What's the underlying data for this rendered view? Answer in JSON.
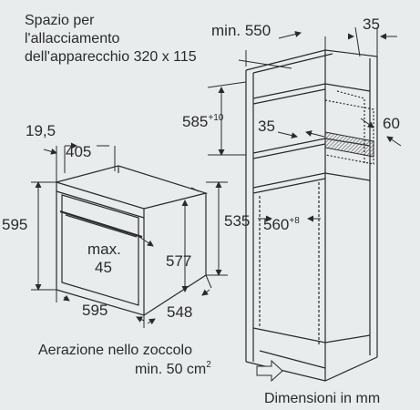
{
  "labels": {
    "connection_line1": "Spazio per",
    "connection_line2": "l'allacciamento",
    "connection_line3": "dell'apparecchio 320 x 115",
    "min_width": "min. 550",
    "top_gap": "35",
    "niche_height": "585",
    "niche_height_tol": "+10",
    "inner_depth_gap": "35",
    "side_depth": "60",
    "offset": "19,5",
    "oven_inner_width": "405",
    "oven_height": "595",
    "oven_body_height": "535",
    "max_label": "max.",
    "max_value": "45",
    "inner_height": "577",
    "niche_width": "560",
    "niche_width_tol": "+8",
    "oven_width": "595",
    "oven_depth": "548",
    "ventilation_line1": "Aerazione nello zoccolo",
    "ventilation_line2": "min. 50 cm",
    "ventilation_sup": "2",
    "dimensions_note": "Dimensioni in mm"
  },
  "colors": {
    "background": "#e9eced",
    "line": "#2a2a2a",
    "hatch": "#555555"
  },
  "icons": {
    "airflow": "arrow-right-icon"
  }
}
